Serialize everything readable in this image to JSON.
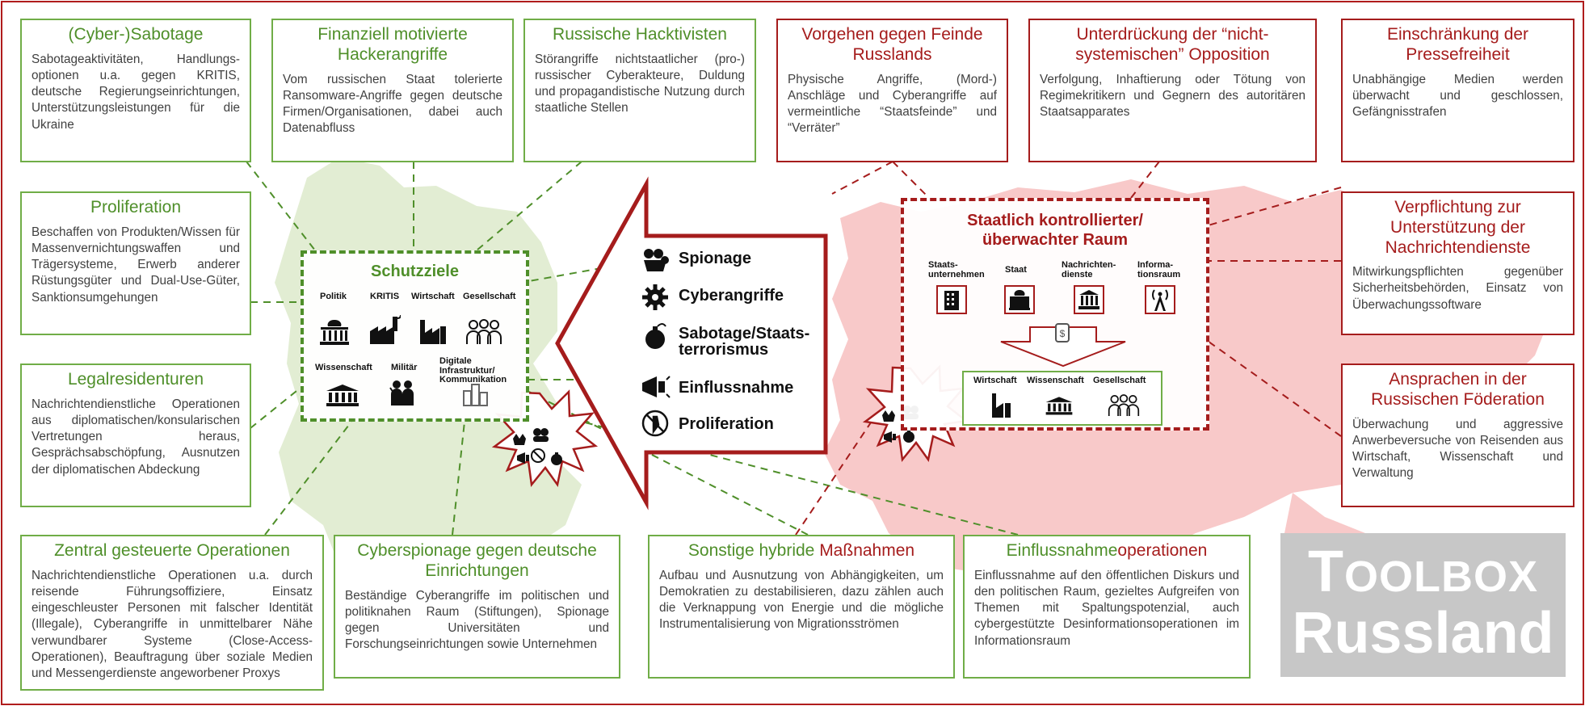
{
  "boxes": {
    "sabotage": {
      "title": "(Cyber-)Sabotage",
      "text": "Sabotageaktivitäten, Handlungs­optionen u.a. gegen KRITIS, deutsche Regierungseinrichtungen, Unterstützungsleistungen für die Ukraine"
    },
    "finanziell": {
      "title": "Finanziell motivierte Hackerangriffe",
      "text": "Vom russischen Staat tolerierte Ransomware-Angriffe gegen deutsche Firmen/Organisationen, dabei auch Datenabfluss"
    },
    "hacktivisten": {
      "title": "Russische Hacktivisten",
      "text": "Störangriffe nichtstaatlicher (pro-) russischer Cyberakteure, Duldung und propagandistische Nutzung durch staatliche Stellen"
    },
    "feinde": {
      "title": "Vorgehen gegen Feinde Russlands",
      "text": "Physische Angriffe, (Mord-) Anschläge und Cyberangriffe auf vermeintliche “Staatsfeinde” und “Verräter”"
    },
    "opposition": {
      "title": "Unterdrückung der “nicht-systemischen” Opposition",
      "text": "Verfolgung, Inhaftierung oder Tötung von Regimekritikern und Gegnern des autoritären Staatsapparates"
    },
    "pressefreiheit": {
      "title": "Einschränkung der Pressefreiheit",
      "text": "Unabhängige Medien werden überwacht und geschlossen, Gefängnisstrafen"
    },
    "proliferation": {
      "title": "Proliferation",
      "text": "Beschaffen von Produkten/Wissen für Massenvernichtungswaffen und Trägersysteme, Erwerb anderer Rüstungsgüter und Dual-Use-Güter, Sanktionsumgehungen"
    },
    "legal": {
      "title": "Legalresidenturen",
      "text": "Nachrichtendienstliche Operationen aus diplomatischen/konsularischen Vertretungen heraus, Gesprächsabschöpfung, Ausnutzen der diplomatischen Abdeckung"
    },
    "verpflichtung": {
      "title": "Verpflichtung zur Unterstützung der Nachrichtendienste",
      "text": "Mitwirkungspflichten gegenüber Sicherheitsbehörden, Einsatz von Überwachungssoftware"
    },
    "ansprachen": {
      "title": "Ansprachen in der Russischen Föderation",
      "text": "Überwachung und aggressive Anwerbeversuche von Reisenden aus Wirtschaft, Wissenschaft und Verwaltung"
    },
    "zentral": {
      "title": "Zentral gesteuerte Operationen",
      "text": "Nachrichtendienstliche Operationen u.a. durch reisende Führungsoffiziere, Einsatz eingeschleuster Personen mit falscher Identität (Illegale), Cyberangriffe in unmittelbarer Nähe verwundbarer Systeme (Close-Access-Operationen), Beauftragung über soziale Medien und Messengerdienste angeworbener Proxys"
    },
    "cyberspionage": {
      "title": "Cyberspionage gegen deutsche Einrichtungen",
      "text": "Beständige Cyberangriffe im politischen und politiknahen Raum (Stiftungen), Spionage gegen Universitäten und Forschungseinrichtungen sowie Unternehmen"
    },
    "hybrid": {
      "title_a": "Sonstige hybride ",
      "title_b": "Maßnahmen",
      "text": "Aufbau und Ausnutzung von Abhängigkeiten, um Demokratien zu destabilisieren, dazu zählen auch die Verknappung von Energie und die mögliche Instrumentalisierung von Migrationsströmen"
    },
    "einfluss": {
      "title_a": "Einflussnahme",
      "title_b": "operationen",
      "text": "Einflussnahme auf den öffentlichen Diskurs und den politischen Raum, gezieltes Aufgreifen von Themen mit Spaltungspotenzial, auch cybergestützte Desinformationsoperationen im Informationsraum"
    }
  },
  "schutzziele": {
    "title": "Schutzziele",
    "labels": [
      "Politik",
      "KRITIS",
      "Wirtschaft",
      "Gesellschaft",
      "Wissenschaft",
      "Militär",
      "Digitale Infrastruktur/ Kommunikation"
    ]
  },
  "staat_raum": {
    "title": "Staatlich kontrollierter/ überwachter Raum",
    "labels": [
      "Staats-unternehmen",
      "Staat",
      "Nachrichten-dienste",
      "Informa-tionsraum"
    ],
    "bottom_labels": [
      "Wirtschaft",
      "Wissenschaft",
      "Gesellschaft"
    ]
  },
  "threats": [
    "Spionage",
    "Cyberangriffe",
    "Sabotage/Staats- terrorismus",
    "Einflussnahme",
    "Proliferation"
  ],
  "toolbox": {
    "line1_cap1": "T",
    "line1_rest": "OOLBOX",
    "line2": "Russland"
  },
  "colors": {
    "green": "#70ad47",
    "green_text": "#4f8f2a",
    "red": "#a51c1c",
    "russia_fill": "#f7c3c3",
    "germany_fill": "#d8e7c4"
  }
}
